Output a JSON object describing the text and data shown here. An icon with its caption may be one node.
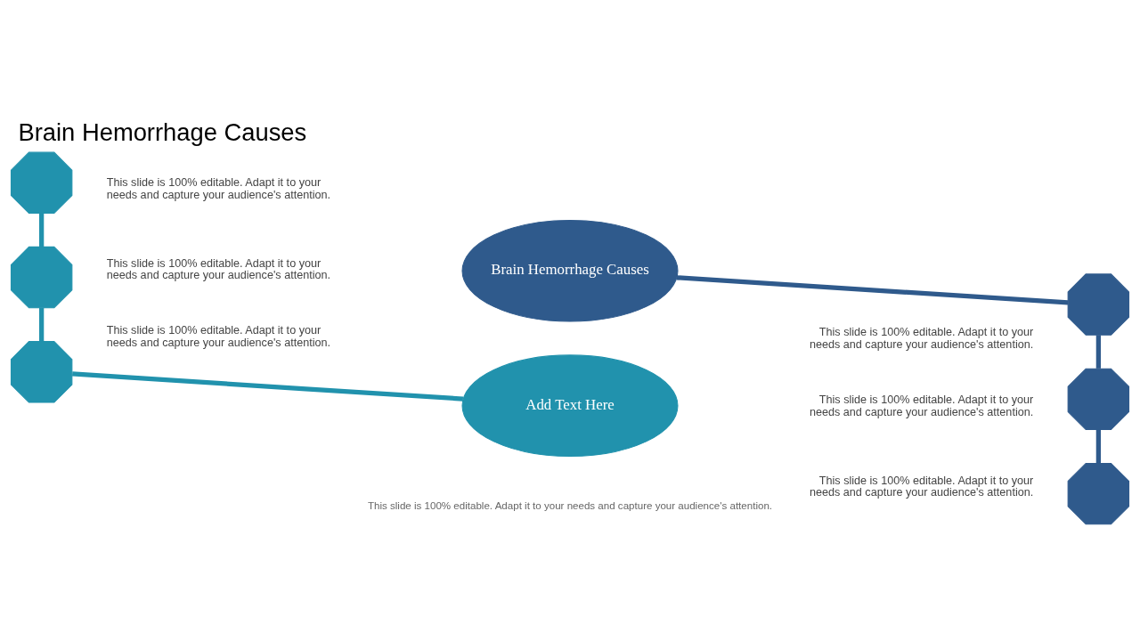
{
  "diagram": {
    "title": "Brain Hemorrhage Causes",
    "nodes": [
      {
        "text": [
          "Brain Hemorrhage Causes"
        ]
      },
      {
        "text": [
          "Add Text Here"
        ]
      },
      {
        "text": [],
        "shape": "octagon",
        "beside": [
          "This slide is 100% editable. Adapt it to your needs and capture your audience's attention."
        ]
      },
      {
        "text": [],
        "shape": "octagon",
        "beside": [
          "This slide is 100% editable. Adapt it to your needs and capture your audience's attention."
        ]
      },
      {
        "text": [],
        "shape": "octagon",
        "beside": [
          "This slide is 100% editable. Adapt it to your needs and capture your audience's attention."
        ]
      },
      {
        "text": [],
        "shape": "octagon",
        "beside": [
          "This slide is 100% editable. Adapt it to your needs and capture your audience's attention."
        ]
      },
      {
        "text": [],
        "shape": "octagon",
        "beside": [
          "This slide is 100% editable. Adapt it to your needs and capture your audience's attention."
        ]
      },
      {
        "text": [],
        "shape": "octagon",
        "beside": [
          "This slide is 100% editable. Adapt it to your needs and capture your audience's attention."
        ]
      }
    ],
    "edges": [
      {
        "from": 2,
        "to": 3,
        "arrow": "none",
        "color": "#2192ad"
      },
      {
        "from": 3,
        "to": 4,
        "arrow": "none",
        "color": "#2192ad"
      },
      {
        "from": 4,
        "to": 1,
        "arrow": "none",
        "color": "#2192ad"
      },
      {
        "from": 0,
        "to": 5,
        "arrow": "none",
        "color": "#2f5a8c"
      },
      {
        "from": 5,
        "to": 6,
        "arrow": "none",
        "color": "#2f5a8c"
      },
      {
        "from": 6,
        "to": 7,
        "arrow": "none",
        "color": "#2f5a8c"
      }
    ],
    "labels": [
      "This slide is 100% editable. Adapt it to your needs and capture your audience's attention."
    ]
  }
}
